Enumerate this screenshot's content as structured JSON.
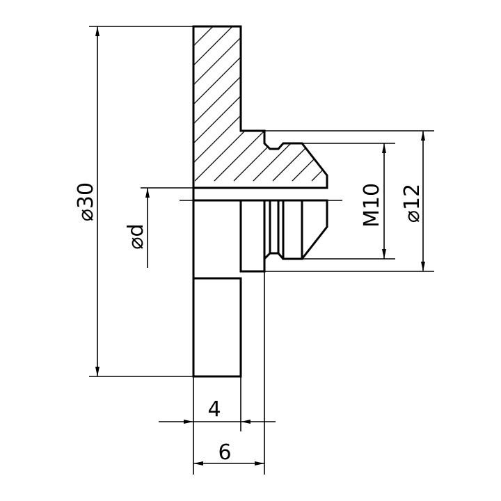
{
  "dimensions": {
    "outer_diameter": "⌀30",
    "bore_diameter": "⌀d",
    "thread": "M10",
    "collar_diameter": "⌀12",
    "flange_thickness": "4",
    "total_length": "6"
  }
}
